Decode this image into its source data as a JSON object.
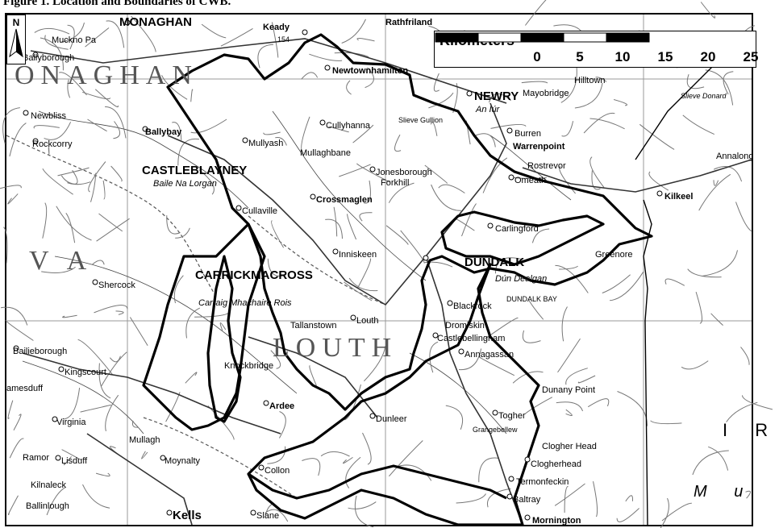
{
  "caption": "Figure 1. Location and Boundaries of CWB.",
  "scale": {
    "title": "Kilometers",
    "ticks": [
      "0",
      "5",
      "10",
      "15",
      "20",
      "25"
    ]
  },
  "north_arrow": {
    "letter": "N",
    "icon": "north-arrow-icon"
  },
  "colors": {
    "boundary": "#000000",
    "roads": "#777777",
    "grid": "#999999",
    "background": "#ffffff"
  },
  "labels": {
    "monaghan_town": "MONAGHAN",
    "keady": "Keady",
    "road_154": "154",
    "rathfriland": "Rathfriland",
    "muckno_pa": "Muckno Pa",
    "ballyborough": "Ballyborough",
    "newbliss": "Newbliss",
    "ballybay": "Ballybay",
    "rockcorry": "Rockcorry",
    "castleblayney": "CASTLEBLAYNEY",
    "baile_na_lorgan": "Baile Na Lorgan",
    "mullyash": "Mullyash",
    "cullyhanna": "Cullyhanna",
    "mullaghbane": "Mullaghbane",
    "jonesborough": "Jonesborough",
    "crossmaglen": "Crossmaglen",
    "forkhill": "Forkhill",
    "newtownhamilton": "Newtownhamilton",
    "newry": "NEWRY",
    "an_iur": "An Iúr",
    "mayobridge": "Mayobridge",
    "hilltown": "Hilltown",
    "burren": "Burren",
    "warrenpoint": "Warrenpoint",
    "rostrevor": "Rostrevor",
    "omeath": "Omeath",
    "carlingford": "Carlingford",
    "greenore": "Greenore",
    "kilkeel": "Kilkeel",
    "annalong": "Annalong",
    "slieve_donard": "Slieve Donard",
    "silverbridge": "Slieve Gullion",
    "cullaville": "Cullaville",
    "shercock": "Shercock",
    "carrickmacross": "CARRICKMACROSS",
    "carraig_mhachaire": "Carraig Mhachaire Rois",
    "inniskeen": "Inniskeen",
    "dundalk": "DUNDALK",
    "dun_dealgan": "Dún Dealgan",
    "blackrock": "Blackrock",
    "dundalk_bay": "DUNDALK BAY",
    "louth_town": "Louth",
    "tallanstown": "Tallanstown",
    "bailieborough": "Bailieborough",
    "kingscourt": "Kingscourt",
    "virginia": "Virginia",
    "mullagh": "Mullagh",
    "moynalty": "Moynalty",
    "ardee": "Ardee",
    "knockbridge": "Knockbridge",
    "castlebellingham": "Castlebellingham",
    "annagassan": "Annagassan",
    "dunany_point": "Dunany Point",
    "dunleer": "Dunleer",
    "togher": "Togher",
    "clogherhead": "Clogherhead",
    "clogher_head": "Clogher Head",
    "termonfeckin": "Termonfeckin",
    "baltray": "Baltray",
    "mornington": "Mornington",
    "kells": "Kells",
    "ballinlough": "Ballinlough",
    "collon": "Collon",
    "slane": "Slane",
    "grangebellew": "Grangebellew",
    "castlebellingham2": "Dromiskin",
    "lisduff": "Lisduff",
    "ramor": "Ramor",
    "kilnaleck": "Kilnaleck",
    "ballyjamesduff": "amesduff",
    "monaghan_county": "ONAGHAN",
    "cavan_county": "V  A",
    "louth_county": "LOUTH",
    "irish_sea_1": "I  R",
    "irish_sea_2": "M  u"
  }
}
